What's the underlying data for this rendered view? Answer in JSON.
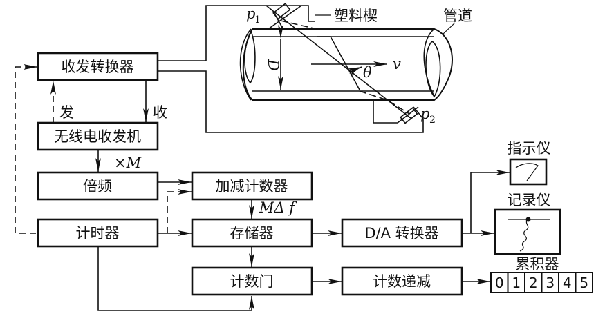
{
  "diagram": {
    "title": "超声波流量计（频差法）原理框图",
    "blocks": {
      "transceiver_switch": "收发转换器",
      "radio_transceiver": "无线电收发机",
      "multiplier": "倍频",
      "timer": "计时器",
      "updown_counter": "加减计数器",
      "memory": "存储器",
      "count_gate": "计数门",
      "da_converter": "D/A 转换器",
      "count_down": "计数递减"
    },
    "outputs": {
      "indicator": "指示仪",
      "recorder": "记录仪",
      "accumulator": "累积器",
      "accumulator_digits": [
        "0",
        "1",
        "2",
        "3",
        "4",
        "5"
      ]
    },
    "pipe": {
      "pipe_label": "管道",
      "wedge_label": "塑料楔",
      "p1": "p",
      "p1_sub": "1",
      "p2": "p",
      "p2_sub": "2",
      "diameter": "D",
      "velocity": "v",
      "angle": "θ"
    },
    "edge_labels": {
      "send": "发",
      "receive": "收",
      "times_m": "×M",
      "m_delta_f": "MΔ f"
    }
  }
}
